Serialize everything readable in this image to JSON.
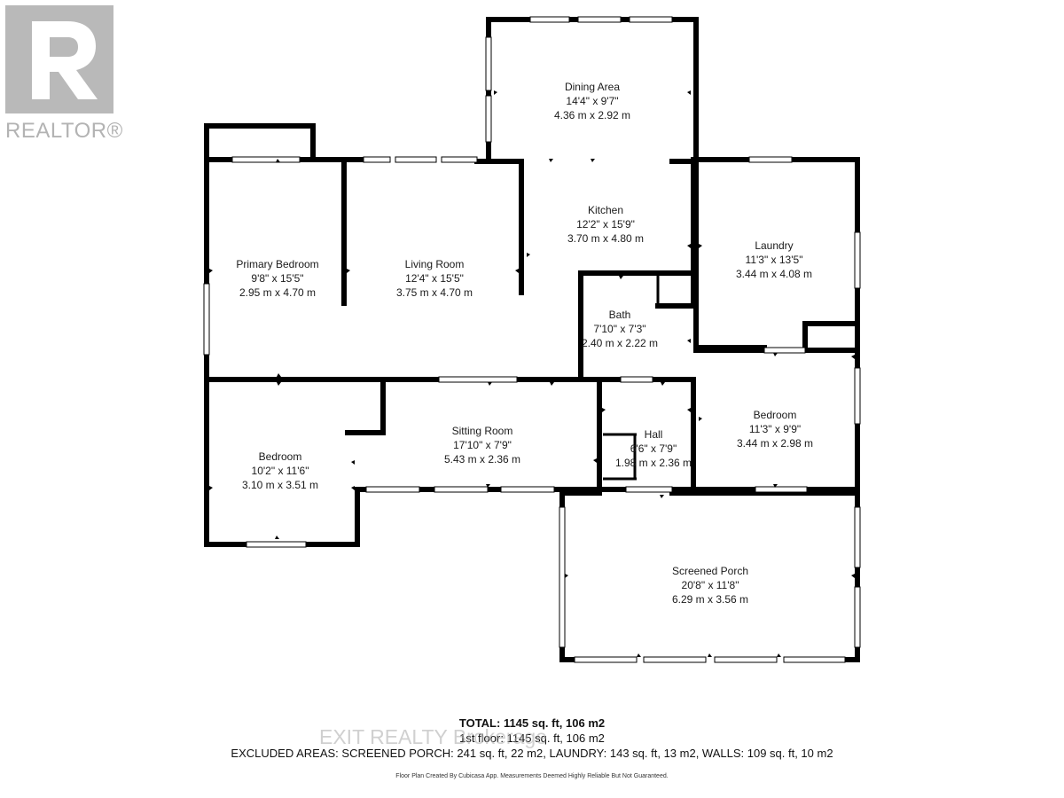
{
  "logo": {
    "text": "REALTOR®"
  },
  "rooms": {
    "dining": {
      "name": "Dining Area",
      "imperial": "14'4\" x 9'7\"",
      "metric": "4.36 m x 2.92 m"
    },
    "kitchen": {
      "name": "Kitchen",
      "imperial": "12'2\" x 15'9\"",
      "metric": "3.70 m x 4.80 m"
    },
    "laundry": {
      "name": "Laundry",
      "imperial": "11'3\" x 13'5\"",
      "metric": "3.44 m x 4.08 m"
    },
    "primary_bedroom": {
      "name": "Primary Bedroom",
      "imperial": "9'8\" x 15'5\"",
      "metric": "2.95 m x 4.70 m"
    },
    "living_room": {
      "name": "Living Room",
      "imperial": "12'4\" x 15'5\"",
      "metric": "3.75 m x 4.70 m"
    },
    "bath": {
      "name": "Bath",
      "imperial": "7'10\" x 7'3\"",
      "metric": "2.40 m x 2.22 m"
    },
    "bedroom_right": {
      "name": "Bedroom",
      "imperial": "11'3\" x 9'9\"",
      "metric": "3.44 m x 2.98 m"
    },
    "sitting_room": {
      "name": "Sitting Room",
      "imperial": "17'10\" x 7'9\"",
      "metric": "5.43 m x 2.36 m"
    },
    "hall": {
      "name": "Hall",
      "imperial": "6'6\" x 7'9\"",
      "metric": "1.98 m x 2.36 m"
    },
    "bedroom_left": {
      "name": "Bedroom",
      "imperial": "10'2\" x 11'6\"",
      "metric": "3.10 m x 3.51 m"
    },
    "screened_porch": {
      "name": "Screened Porch",
      "imperial": "20'8\" x 11'8\"",
      "metric": "6.29 m x 3.56 m"
    }
  },
  "totals": {
    "total": "TOTAL: 1145 sq. ft, 106 m2",
    "floor": "1st floor: 1145 sq. ft, 106 m2",
    "excluded": "EXCLUDED AREAS: SCREENED PORCH: 241 sq. ft, 22 m2, LAUNDRY: 143 sq. ft, 13 m2, WALLS: 109 sq. ft, 10 m2"
  },
  "watermark": "EXIT REALTY Brokerage",
  "footer_note": "Floor Plan Created By Cubicasa App. Measurements Deemed Highly Reliable But Not Guaranteed.",
  "colors": {
    "wall": "#000000",
    "window": "#ffffff",
    "logo_gray": "#b9b9b9"
  }
}
